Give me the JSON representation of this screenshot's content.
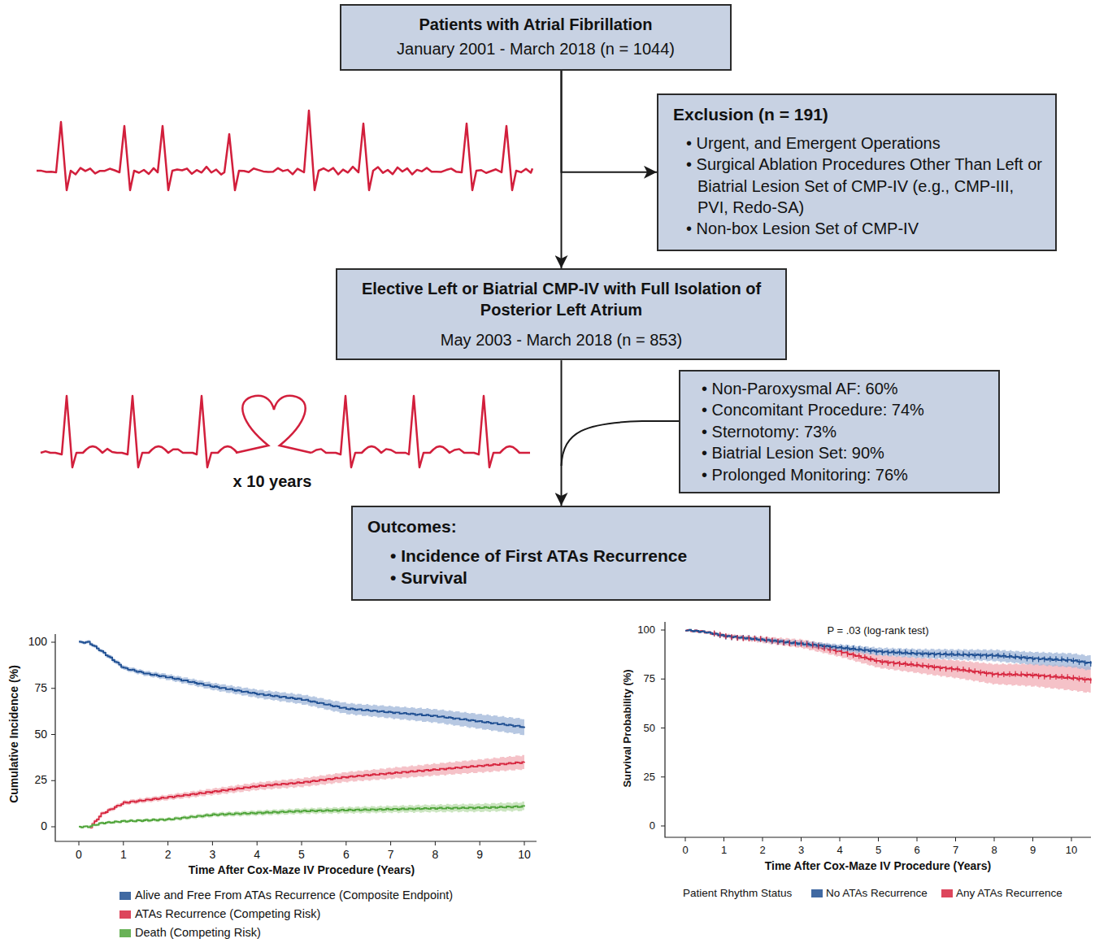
{
  "diagram": {
    "nodes": [
      {
        "text": [
          "Patients with Atrial Fibrillation",
          "January 2001 - March 2018 (n = 1044)"
        ]
      },
      {
        "text": [
          "Exclusion (n = 191)",
          "• Urgent, and Emergent Operations",
          "• Surgical Ablation Procedures Other Than Left or Biatrial Lesion Set of CMP-IV (e.g., CMP-III, PVI, Redo-SA)",
          "• Non-box Lesion Set of CMP-IV"
        ]
      },
      {
        "text": [
          "Elective Left or Biatrial CMP-IV with Full Isolation of Posterior Left Atrium",
          "May 2003 - March 2018 (n = 853)"
        ]
      },
      {
        "text": [
          "• Non-Paroxysmal AF: 60%",
          "• Concomitant Procedure: 74%",
          "• Sternotomy: 73%",
          "• Biatrial Lesion Set: 90%",
          "• Prolonged Monitoring: 76%"
        ]
      },
      {
        "text": [
          "Outcomes:",
          "• Incidence of First ATAs Recurrence",
          "• Survival"
        ]
      }
    ],
    "edges": [
      {
        "from": 0,
        "to": 1,
        "arrow": "to"
      },
      {
        "from": 0,
        "to": 2,
        "arrow": "to"
      },
      {
        "from": 2,
        "to": 4,
        "arrow": "to"
      }
    ],
    "labels": [
      "x 10 years",
      "100",
      "75",
      "50",
      "25",
      "0",
      "0",
      "1",
      "2",
      "3",
      "4",
      "5",
      "6",
      "7",
      "8",
      "9",
      "10",
      "Cumulative Incidence (%)",
      "Time After Cox-Maze IV Procedure (Years)",
      "P = .03 (log-rank test)",
      "100",
      "75",
      "50",
      "25",
      "0",
      "0",
      "1",
      "2",
      "3",
      "4",
      "5",
      "6",
      "7",
      "8",
      "9",
      "10",
      "Survival Probability (%)",
      "Time After Cox-Maze IV Procedure (Years)",
      "Patient Rhythm Status"
    ],
    "legend": [
      {
        "text": "Alive and Free From ATAs Recurrence (Composite Endpoint)",
        "color": "#1f4f92"
      },
      {
        "text": "ATAs Recurrence (Competing Risk)",
        "color": "#d7263f"
      },
      {
        "text": "Death (Competing Risk)",
        "color": "#4fa43a"
      },
      {
        "text": "No ATAs Recurrence",
        "color": "#1f4f92"
      },
      {
        "text": "Any ATAs Recurrence",
        "color": "#d7263f"
      }
    ]
  }
}
